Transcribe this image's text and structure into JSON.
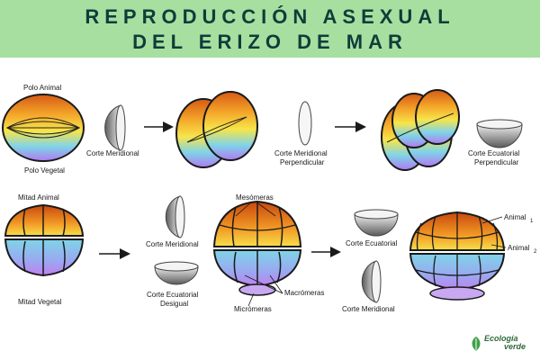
{
  "header": {
    "title_line1": "REPRODUCCIÓN ASEXUAL",
    "title_line2": "DEL ERIZO DE MAR",
    "background_color": "#a7dfa0",
    "text_color": "#0e3d3a"
  },
  "labels": {
    "polo_animal": "Polo Animal",
    "polo_vegetal": "Polo Vegetal",
    "corte_meridional_1": "Corte Meridional",
    "corte_meridional_perp_1": "Corte Meridional",
    "corte_meridional_perp_2": "Perpendicular",
    "corte_ecuatorial_perp_1": "Corte Ecuatorial",
    "corte_ecuatorial_perp_2": "Perpendicular",
    "mitad_animal": "Mitad Animal",
    "mitad_vegetal": "Mitad Vegetal",
    "corte_meridional_2": "Corte Meridional",
    "corte_ecuatorial_desigual_1": "Corte Ecuatorial",
    "corte_ecuatorial_desigual_2": "Desigual",
    "mesomeras": "Mesómeras",
    "macromeras": "Macrómeras",
    "micromeras": "Micrómeras",
    "corte_ecuatorial_3": "Corte Ecuatorial",
    "corte_meridional_3": "Corte Meridional",
    "animal_1": "Animal",
    "animal_1_sub": "1",
    "animal_2": "Animal",
    "animal_2_sub": "2"
  },
  "logo": {
    "line1": "Ecología",
    "line2": "verde"
  },
  "colors": {
    "gradient_top": "#d65a14",
    "gradient_upper": "#f4a62a",
    "gradient_mid": "#f7e54a",
    "gradient_lower": "#7fd4e8",
    "gradient_bottom": "#b07af0"
  }
}
